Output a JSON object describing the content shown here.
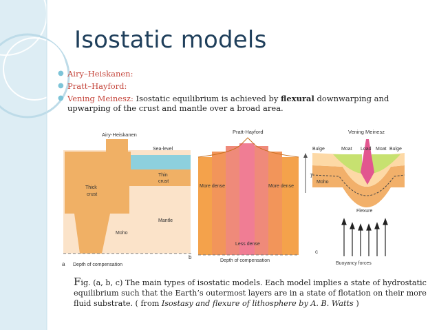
{
  "slide": {
    "title": "Isostatic models",
    "accent_colors": {
      "bullet": "#7dc4d8",
      "model_name": "#c4443a",
      "title": "#1f3f5b"
    }
  },
  "bullets": [
    {
      "name": "Airy–Heiskanen:",
      "text": ""
    },
    {
      "name": "Pratt–Hayford:",
      "text": ""
    },
    {
      "name": "Vening Meinesz:",
      "text_before": " Isostatic equilibrium is achieved by ",
      "bold": "flexural",
      "text_after": " downwarping and upwarping of the crust and mantle over a broad area."
    }
  ],
  "figure": {
    "airy": {
      "title": "Airy-Heiskanen",
      "sea_level": "Sea-level",
      "thin_crust_1": "Thin",
      "thin_crust_2": "crust",
      "thick_crust_1": "Thick",
      "thick_crust_2": "crust",
      "mantle": "Mantle",
      "moho": "Moho",
      "letter": "a",
      "letter_b": "b",
      "compensation": "Depth of compensation"
    },
    "pratt": {
      "title": "Pratt-Hayford",
      "more_dense_left": "More dense",
      "more_dense_right": "More dense",
      "less_dense": "Less dense",
      "compensation": "Depth of compensation"
    },
    "vening": {
      "title": "Vening Meinesz",
      "bulge_left": "Bulge",
      "bulge_right": "Bulge",
      "moat_left": "Moat",
      "moat_right": "Moat",
      "load": "Load",
      "te": "T",
      "moho": "Moho",
      "flexure": "Flexure",
      "buoyancy": "Buoyancy forces",
      "letter": "c"
    }
  },
  "caption": {
    "f": "F",
    "text1": "ig. (a, b, c) The  main types of isostatic models. Each model implies a state of hydrostatic equilibrium such that the Earth’s outermost layers are in a state of flotation on their more fluid substrate. ( from ",
    "source_italic": "Isostasy and flexure of lithosphere by A. B. Watts",
    "text2": " )"
  }
}
